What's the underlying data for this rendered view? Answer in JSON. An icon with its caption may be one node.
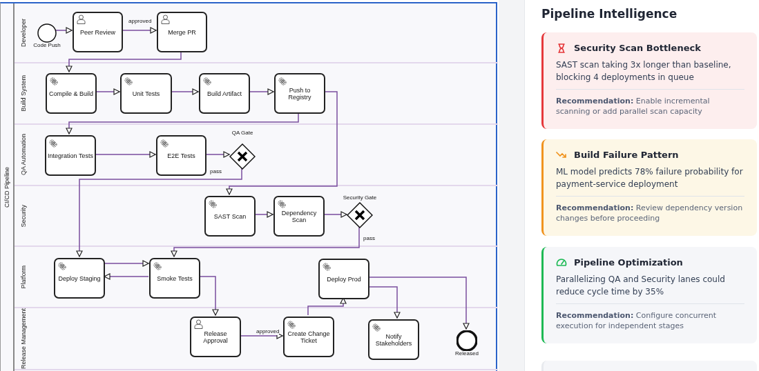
{
  "diagram": {
    "nodes": [
      {
        "text": [
          "CI/CD Pipeline"
        ]
      },
      {
        "text": [
          "Developer"
        ],
        "in": 0
      },
      {
        "text": [
          "Build System"
        ],
        "in": 0
      },
      {
        "text": [
          "QA Automation"
        ],
        "in": 0
      },
      {
        "text": [
          "Security"
        ],
        "in": 0
      },
      {
        "text": [
          "Platform"
        ],
        "in": 0
      },
      {
        "text": [
          "Release Management"
        ],
        "in": 0
      },
      {
        "text": [
          "Code Push"
        ],
        "in": 1
      },
      {
        "text": [
          "Peer Review"
        ],
        "in": 1
      },
      {
        "text": [
          "Merge PR"
        ],
        "in": 1
      },
      {
        "text": [
          "Compile & Build"
        ],
        "in": 2
      },
      {
        "text": [
          "Unit Tests"
        ],
        "in": 2
      },
      {
        "text": [
          "Build Artifact"
        ],
        "in": 2
      },
      {
        "text": [
          "Push to Registry"
        ],
        "in": 2
      },
      {
        "text": [
          "Integration Tests"
        ],
        "in": 3
      },
      {
        "text": [
          "E2E Tests"
        ],
        "in": 3
      },
      {
        "text": [
          "QA Gate"
        ],
        "in": 3
      },
      {
        "text": [
          "SAST Scan"
        ],
        "in": 4
      },
      {
        "text": [
          "Dependency Scan"
        ],
        "in": 4
      },
      {
        "text": [
          "Security Gate"
        ],
        "in": 4
      },
      {
        "text": [
          "Deploy Staging"
        ],
        "in": 5
      },
      {
        "text": [
          "Smoke Tests"
        ],
        "in": 5
      },
      {
        "text": [
          "Deploy Prod"
        ],
        "in": 5
      },
      {
        "text": [
          "Release Approval"
        ],
        "in": 6
      },
      {
        "text": [
          "Create Change Ticket"
        ],
        "in": 6
      },
      {
        "text": [
          "Notify Stakeholders"
        ],
        "in": 6
      },
      {
        "text": [
          "Released"
        ],
        "in": 6
      },
      {
        "text": [
          "Security Scan Bottleneck",
          "SAST scan taking 3x longer than baseline, blocking 4 deployments in queue",
          "**Recommendation:** Enable incremental scanning or add parallel scan capacity"
        ]
      },
      {
        "text": [
          "Build Failure Pattern",
          "ML model predicts 78% failure probability for payment-service deployment",
          "**Recommendation:** Review dependency version changes before proceeding"
        ]
      },
      {
        "text": [
          "Pipeline Optimization",
          "Parallelizing QA and Security lanes could reduce cycle time by 35%",
          "**Recommendation:** Configure concurrent execution for independent stages"
        ]
      },
      {
        "text": [],
        "shape": "box"
      }
    ],
    "edges": [
      {
        "from": 7,
        "to": 8,
        "arrow": "to"
      },
      {
        "from": 8,
        "to": 9,
        "arrow": "to",
        "label": "approved"
      },
      {
        "from": 9,
        "to": 10,
        "arrow": "to"
      },
      {
        "from": 10,
        "to": 11,
        "arrow": "to"
      },
      {
        "from": 11,
        "to": 12,
        "arrow": "to"
      },
      {
        "from": 12,
        "to": 13,
        "arrow": "to"
      },
      {
        "from": 13,
        "to": 14,
        "arrow": "to"
      },
      {
        "from": 13,
        "to": 17,
        "arrow": "to"
      },
      {
        "from": 14,
        "to": 15,
        "arrow": "to"
      },
      {
        "from": 15,
        "to": 16,
        "arrow": "to"
      },
      {
        "from": 16,
        "to": 20,
        "arrow": "to",
        "label": "pass"
      },
      {
        "from": 17,
        "to": 18,
        "arrow": "to"
      },
      {
        "from": 18,
        "to": 19,
        "arrow": "to"
      },
      {
        "from": 19,
        "to": 21,
        "arrow": "to",
        "label": "pass"
      },
      {
        "from": 20,
        "to": 21,
        "arrow": "to"
      },
      {
        "from": 21,
        "to": 20,
        "arrow": "to"
      },
      {
        "from": 21,
        "to": 23,
        "arrow": "to"
      },
      {
        "from": 23,
        "to": 24,
        "arrow": "to",
        "label": "approved"
      },
      {
        "from": 24,
        "to": 22,
        "arrow": "to"
      },
      {
        "from": 22,
        "to": 25,
        "arrow": "to"
      },
      {
        "from": 22,
        "to": 26,
        "arrow": "to"
      }
    ],
    "labels": [
      "Pipeline Intelligence"
    ]
  }
}
